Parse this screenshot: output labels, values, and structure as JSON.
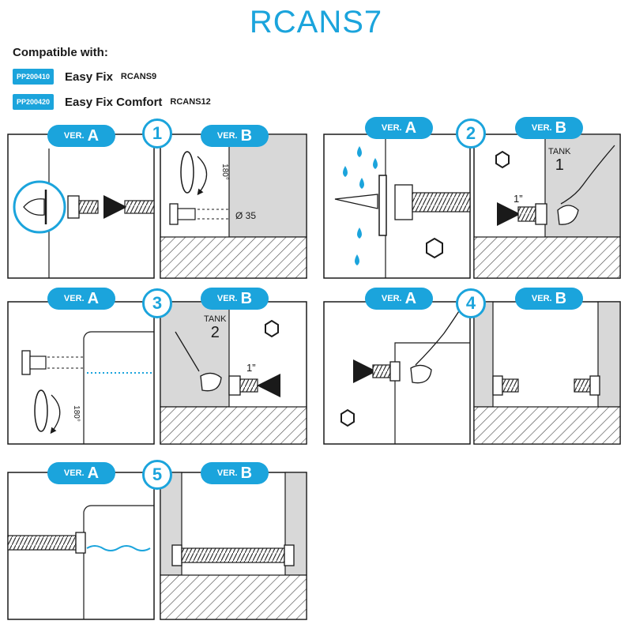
{
  "title": "RCANS7",
  "compatible_heading": "Compatible with:",
  "compatible": [
    {
      "code": "PP200410",
      "name": "Easy Fix",
      "model": "RCANS9"
    },
    {
      "code": "PP200420",
      "name": "Easy Fix Comfort",
      "model": "RCANS12"
    }
  ],
  "version_label": "VER.",
  "versions": [
    "A",
    "B"
  ],
  "steps": [
    "1",
    "2",
    "3",
    "4",
    "5"
  ],
  "labels": {
    "rotate_angle": "180°",
    "hole_diameter": "Ø 35",
    "thread_size": "1”",
    "tank_word": "TANK",
    "tank_1": "1",
    "tank_2": "2"
  },
  "colors": {
    "accent": "#1ba4dc",
    "line": "#1a1a1a",
    "wall": "#d8d8d8",
    "water": "#1ba4dc"
  },
  "icons": [
    "nut-rotate-icon",
    "arrow-right-icon",
    "arrow-left-icon",
    "water-drop-icon",
    "hand-icon",
    "flip-180-icon"
  ]
}
